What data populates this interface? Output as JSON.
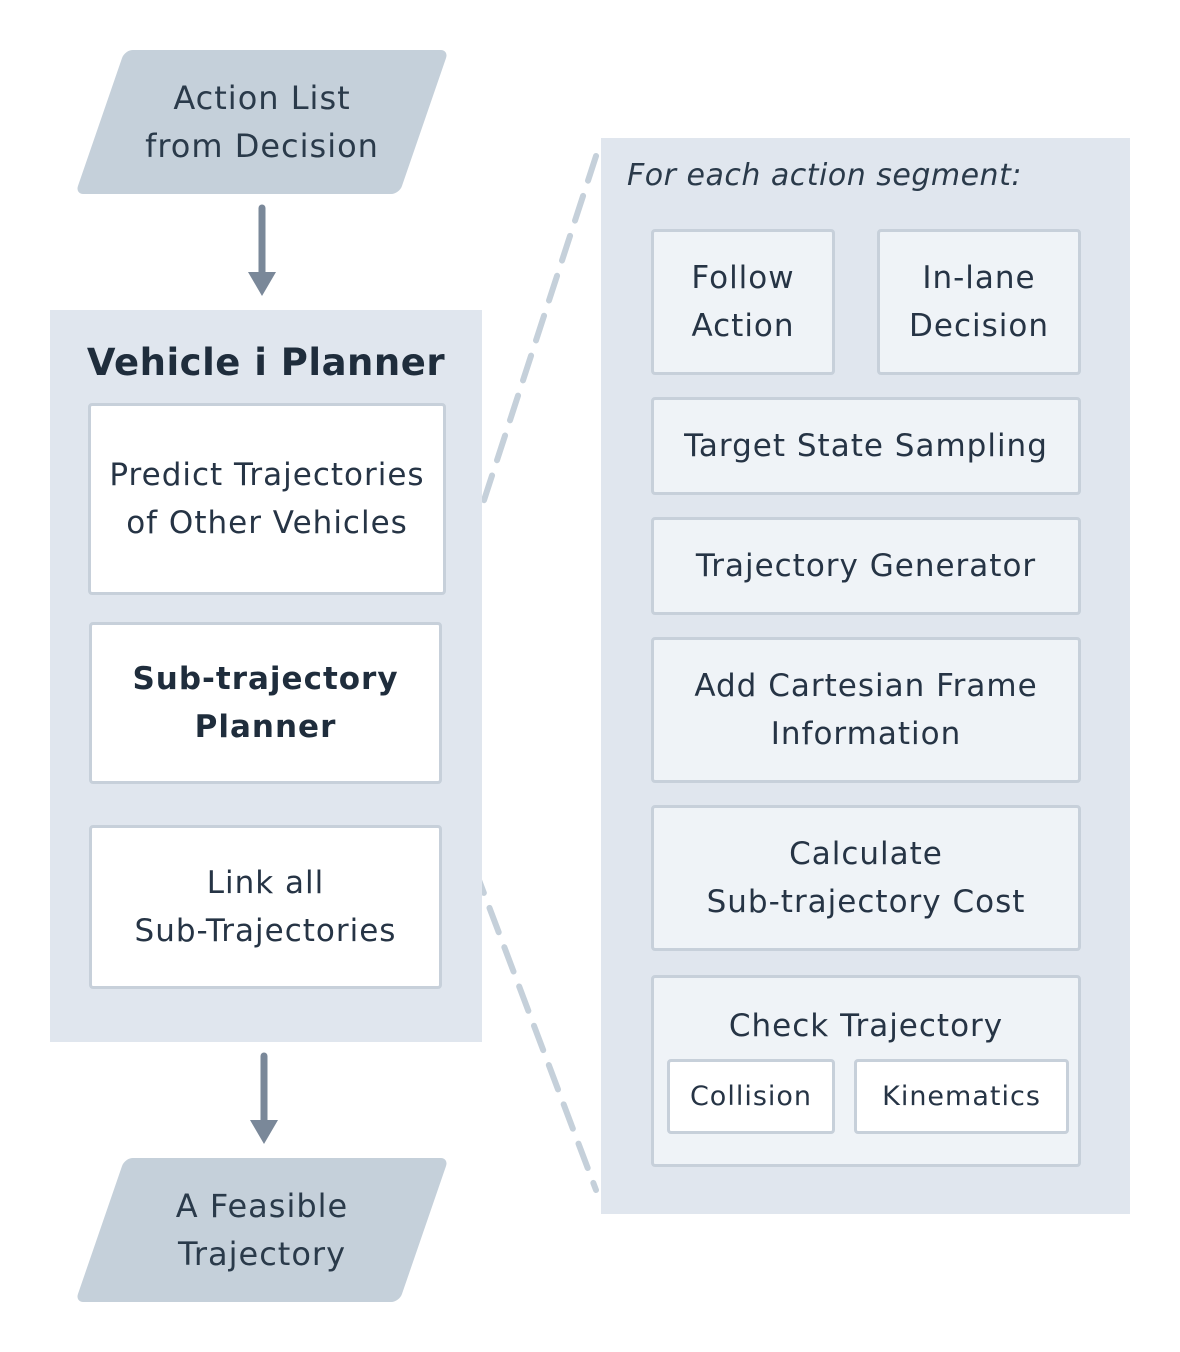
{
  "input": {
    "label": "Action List\nfrom Decision"
  },
  "output": {
    "label": "A Feasible\nTrajectory"
  },
  "planner": {
    "title": "Vehicle i Planner",
    "steps": [
      {
        "label": "Predict Trajectories\nof Other Vehicles"
      },
      {
        "label": "Sub-trajectory\nPlanner"
      },
      {
        "label": "Link all\nSub-Trajectories"
      }
    ]
  },
  "detail": {
    "heading": "For each action segment:",
    "actions": [
      {
        "label": "Follow\nAction"
      },
      {
        "label": "In-lane\nDecision"
      }
    ],
    "steps": [
      {
        "label": "Target State Sampling"
      },
      {
        "label": "Trajectory Generator"
      },
      {
        "label": "Add Cartesian Frame\nInformation"
      },
      {
        "label": "Calculate\nSub-trajectory Cost"
      }
    ],
    "check": {
      "label": "Check Trajectory",
      "items": [
        {
          "label": "Collision"
        },
        {
          "label": "Kinematics"
        }
      ]
    }
  },
  "colors": {
    "panel": "#e0e6ee",
    "parallelogram": "#c5d0da",
    "arrow": "#7a8899",
    "dashed": "#c5d0da",
    "border": "#c7d0da"
  }
}
